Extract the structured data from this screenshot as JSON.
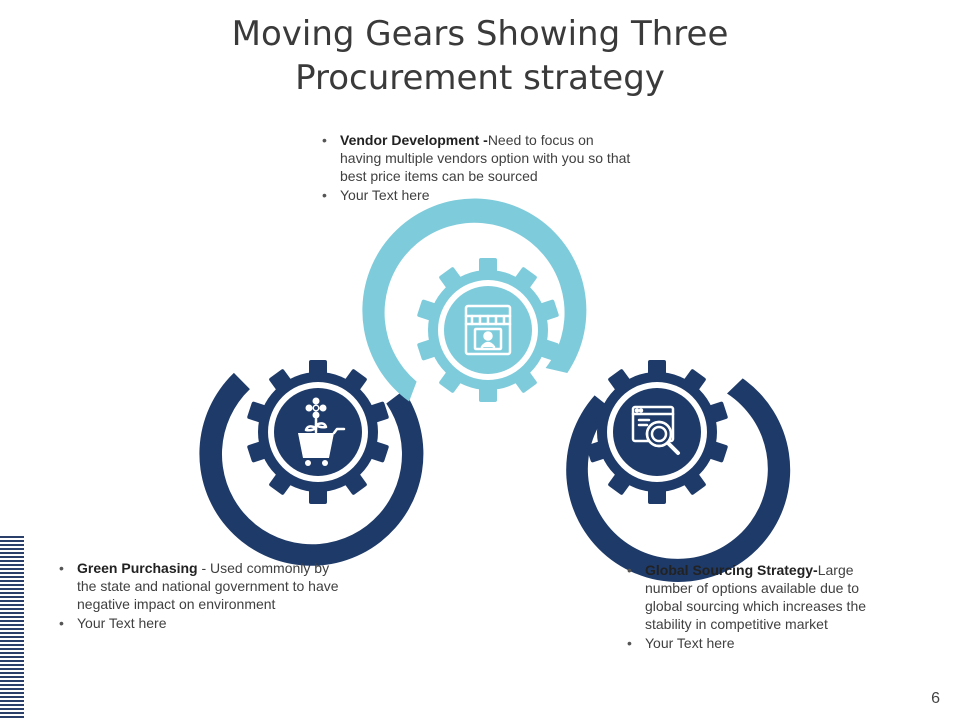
{
  "title": {
    "line1": "Moving Gears Showing Three",
    "line2": "Procurement strategy"
  },
  "vendor": {
    "heading": "Vendor Development -",
    "text": "Need to focus on having multiple vendors option with you so that best price items can be sourced",
    "extra": "Your Text here"
  },
  "green": {
    "heading": "Green Purchasing",
    "text": " - Used commonly by the state and national government to have negative impact on environment",
    "extra": "Your Text here"
  },
  "global": {
    "heading": "Global Sourcing Strategy-",
    "text": "Large number of options available due to global sourcing which increases the stability in competitive market",
    "extra": "Your Text here"
  },
  "page_number": "6",
  "icons": {
    "top": "storefront-icon",
    "left": "flower-cart-icon",
    "right": "web-search-icon"
  },
  "colors": {
    "light": "#7ecbdb",
    "dark": "#1e3a68",
    "white": "#ffffff"
  }
}
